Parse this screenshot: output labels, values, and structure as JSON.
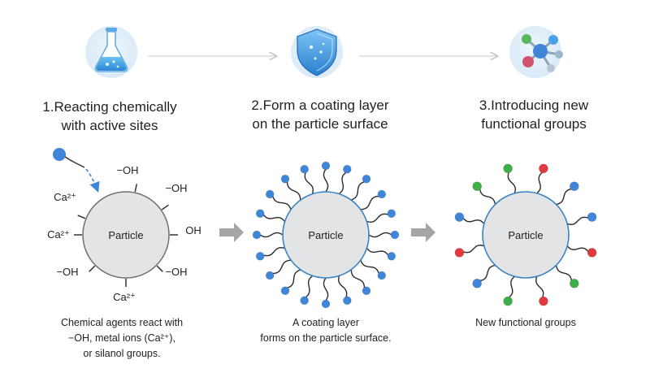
{
  "steps": [
    {
      "title_line1": "1.Reacting chemically",
      "title_line2": "with active sites",
      "icon": "flask-icon"
    },
    {
      "title_line1": "2.Form a coating layer",
      "title_line2": "on the particle surface",
      "icon": "shield-icon"
    },
    {
      "title_line1": "3.Introducing new",
      "title_line2": "functional groups",
      "icon": "molecule-icon"
    }
  ],
  "particles": {
    "label": "Particle"
  },
  "sites": [
    "−OH",
    "Ca²⁺",
    "−OH",
    "Ca²⁺",
    "OH",
    "−OH",
    "−OH",
    "Ca²⁺"
  ],
  "captions": [
    {
      "line1": "Chemical agents react with",
      "line2": "−OH, metal ions (Ca²⁺),",
      "line3": "or silanol groups."
    },
    {
      "line1": "A coating layer",
      "line2": "forms on the particle surface.",
      "line3": ""
    },
    {
      "line1": "New functional groups",
      "line2": "",
      "line3": ""
    }
  ],
  "colors": {
    "particle_fill": "#e3e4e6",
    "particle_stroke": "#3a83c4",
    "agent_blue": "#3f86d8",
    "group_green": "#3fae49",
    "group_red": "#e0393e",
    "arrow_gray": "#a5a5a5",
    "connector_gray": "#d0d0d0"
  }
}
